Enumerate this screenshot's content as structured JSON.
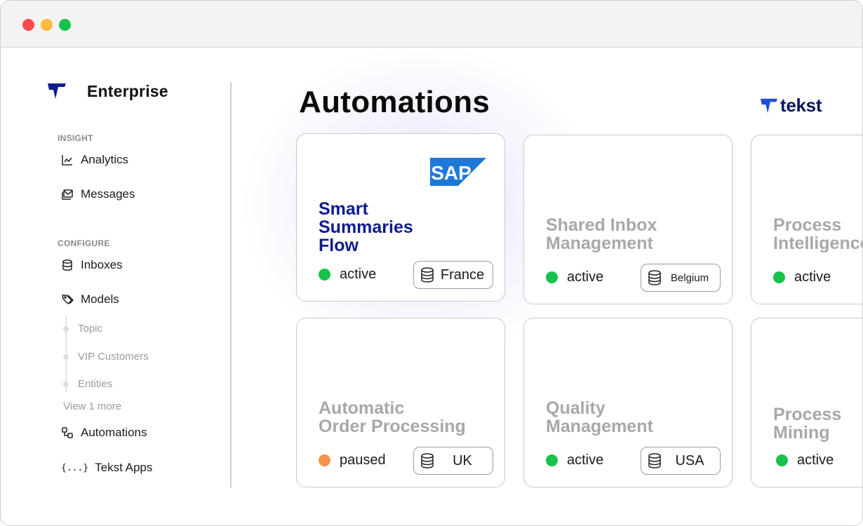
{
  "sidebar": {
    "brand": "Enterprise",
    "sections": [
      {
        "label": "INSIGHT",
        "items": [
          {
            "label": "Analytics",
            "icon": "chart-icon"
          },
          {
            "label": "Messages",
            "icon": "messages-icon"
          }
        ]
      },
      {
        "label": "CONFIGURE",
        "items": [
          {
            "label": "Inboxes",
            "icon": "database-icon"
          },
          {
            "label": "Models",
            "icon": "tag-icon"
          }
        ]
      }
    ],
    "model_subitems": [
      "Topic",
      "VIP Customers",
      "Entities"
    ],
    "view_more": "View 1 more",
    "bottom_items": [
      {
        "label": "Automations",
        "icon": "workflow-icon"
      },
      {
        "label": "Tekst Apps",
        "icon": "braces-icon",
        "glyph": "{...}"
      }
    ]
  },
  "main": {
    "title": "Automations",
    "logo_text": "tekst",
    "cards": [
      {
        "title": "Smart\nSummaries\nFlow",
        "status": "active",
        "region": "France",
        "logo": "SAP"
      },
      {
        "title": "Shared Inbox\nManagement",
        "status": "active",
        "region": "Belgium"
      },
      {
        "title": "Process\nIntelligence",
        "status": "active"
      },
      {
        "title": "Automatic\nOrder Processing",
        "status": "paused",
        "region": "UK"
      },
      {
        "title": "Quality\nManagement",
        "status": "active",
        "region": "USA"
      },
      {
        "title": "Process\nMining",
        "status": "active"
      }
    ]
  },
  "colors": {
    "brand_navy": "#0d1c8c",
    "active": "#17c14b",
    "paused": "#f7924a",
    "sap_blue": "#1d79d8"
  }
}
